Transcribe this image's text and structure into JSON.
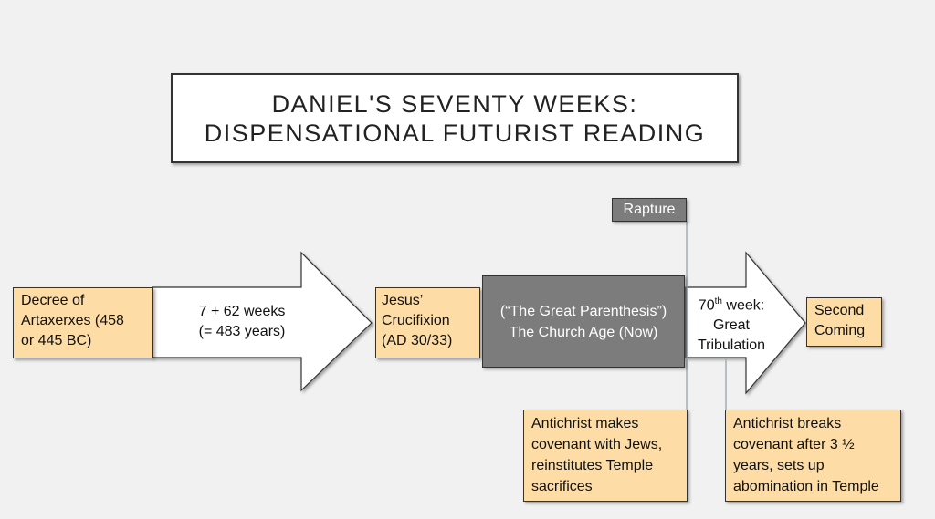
{
  "title": {
    "line1": "DANIEL'S SEVENTY WEEKS:",
    "line2": "DISPENSATIONAL FUTURIST READING"
  },
  "decree": [
    "Decree of",
    "Artaxerxes (458",
    "or 445 BC)"
  ],
  "arrow1": [
    "7 + 62 weeks",
    "(= 483 years)"
  ],
  "crucifixion": [
    "Jesus’",
    "Crucifixion",
    "(AD 30/33)"
  ],
  "church_age": [
    "(“The Great Parenthesis”)",
    "The Church Age (Now)"
  ],
  "rapture": "Rapture",
  "arrow2": {
    "num": "70",
    "sup": "th",
    "rest": " week:",
    "line2": "Great",
    "line3": "Tribulation"
  },
  "second_coming": [
    "Second",
    "Coming"
  ],
  "note1": [
    "Antichrist makes",
    "covenant with Jews,",
    "reinstitutes Temple",
    "sacrifices"
  ],
  "note2": [
    "Antichrist breaks",
    "covenant after 3 ½",
    "years, sets up",
    "abomination in Temple"
  ],
  "colors": {
    "tan": "#fddca6",
    "gray": "#7c7c7c"
  }
}
